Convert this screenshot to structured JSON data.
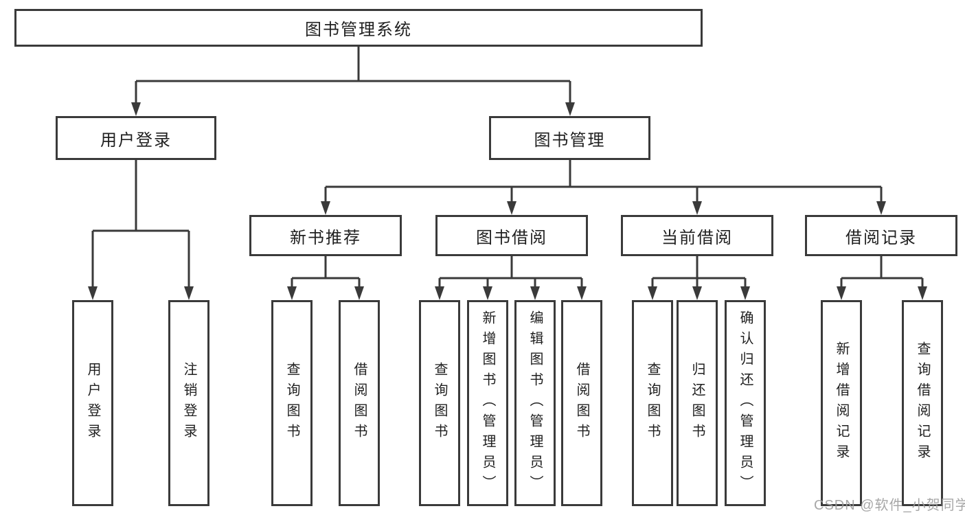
{
  "diagram": {
    "root": {
      "label": "图书管理系统"
    },
    "children": [
      {
        "label": "用户登录",
        "children": [
          {
            "label": "用户登录"
          },
          {
            "label": "注销登录"
          }
        ]
      },
      {
        "label": "图书管理",
        "children": [
          {
            "label": "新书推荐",
            "children": [
              {
                "label": "查询图书"
              },
              {
                "label": "借阅图书"
              }
            ]
          },
          {
            "label": "图书借阅",
            "children": [
              {
                "label": "查询图书"
              },
              {
                "label": "新增图书（管理员）"
              },
              {
                "label": "编辑图书（管理员）"
              },
              {
                "label": "借阅图书"
              }
            ]
          },
          {
            "label": "当前借阅",
            "children": [
              {
                "label": "查询图书"
              },
              {
                "label": "归还图书"
              },
              {
                "label": "确认归还（管理员）"
              }
            ]
          },
          {
            "label": "借阅记录",
            "children": [
              {
                "label": "新增借阅记录"
              },
              {
                "label": "查询借阅记录"
              }
            ]
          }
        ]
      }
    ]
  },
  "watermark": {
    "text": "CSDN @软件_小贺同学"
  },
  "colors": {
    "line": "#3a3a3a",
    "text": "#1f1f1f",
    "watermark": "#9e9e9e",
    "background": "#ffffff"
  }
}
